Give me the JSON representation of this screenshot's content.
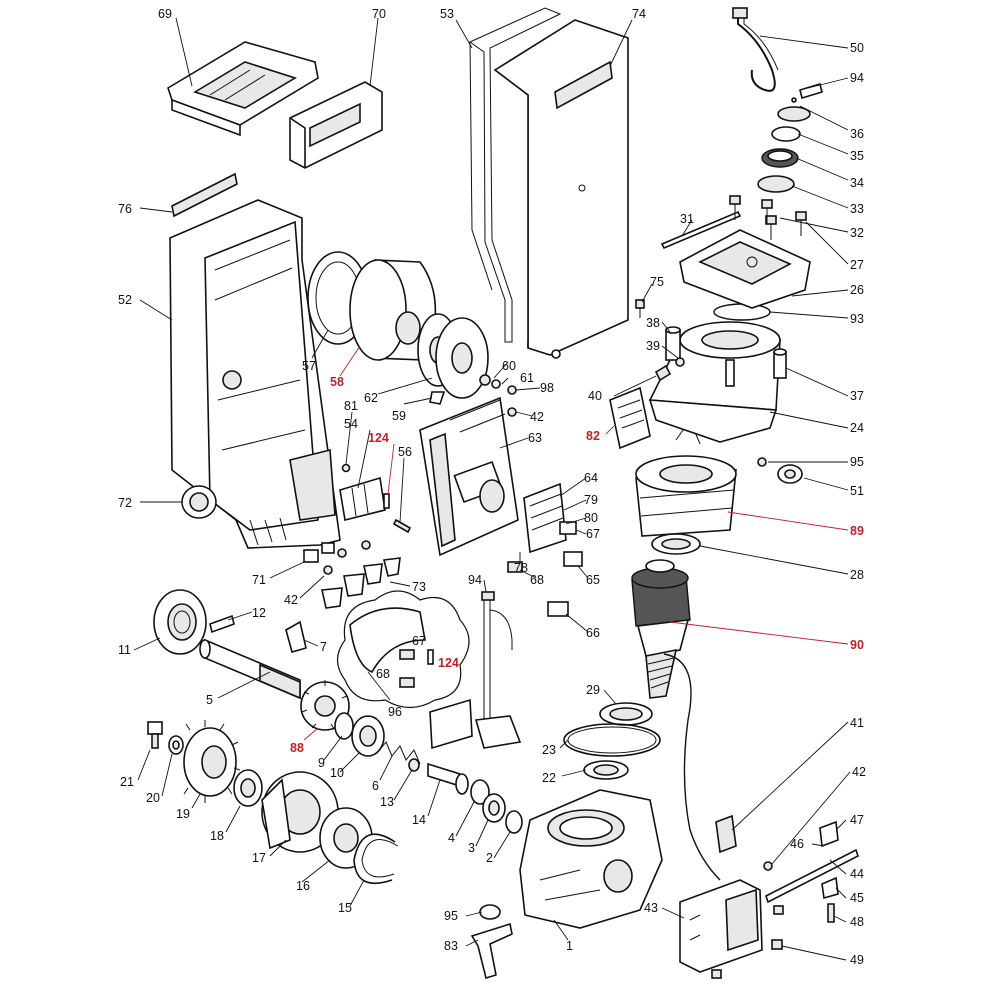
{
  "colors": {
    "ink": "#111111",
    "highlight": "#c0202a",
    "background": "#ffffff"
  },
  "callouts": [
    {
      "id": "69",
      "label": "69",
      "red": false
    },
    {
      "id": "70",
      "label": "70",
      "red": false
    },
    {
      "id": "53",
      "label": "53",
      "red": false
    },
    {
      "id": "74",
      "label": "74",
      "red": false
    },
    {
      "id": "50",
      "label": "50",
      "red": false
    },
    {
      "id": "94a",
      "label": "94",
      "red": false
    },
    {
      "id": "36",
      "label": "36",
      "red": false
    },
    {
      "id": "35",
      "label": "35",
      "red": false
    },
    {
      "id": "34",
      "label": "34",
      "red": false
    },
    {
      "id": "33",
      "label": "33",
      "red": false
    },
    {
      "id": "32",
      "label": "32",
      "red": false
    },
    {
      "id": "27",
      "label": "27",
      "red": false
    },
    {
      "id": "31",
      "label": "31",
      "red": false
    },
    {
      "id": "26",
      "label": "26",
      "red": false
    },
    {
      "id": "75",
      "label": "75",
      "red": false
    },
    {
      "id": "93",
      "label": "93",
      "red": false
    },
    {
      "id": "38",
      "label": "38",
      "red": false
    },
    {
      "id": "39",
      "label": "39",
      "red": false
    },
    {
      "id": "37",
      "label": "37",
      "red": false
    },
    {
      "id": "40",
      "label": "40",
      "red": false
    },
    {
      "id": "24",
      "label": "24",
      "red": false
    },
    {
      "id": "82",
      "label": "82",
      "red": true
    },
    {
      "id": "95a",
      "label": "95",
      "red": false
    },
    {
      "id": "51",
      "label": "51",
      "red": false
    },
    {
      "id": "89",
      "label": "89",
      "red": true
    },
    {
      "id": "28",
      "label": "28",
      "red": false
    },
    {
      "id": "90",
      "label": "90",
      "red": true
    },
    {
      "id": "76",
      "label": "76",
      "red": false
    },
    {
      "id": "52",
      "label": "52",
      "red": false
    },
    {
      "id": "57",
      "label": "57",
      "red": false
    },
    {
      "id": "58",
      "label": "58",
      "red": true
    },
    {
      "id": "62",
      "label": "62",
      "red": false
    },
    {
      "id": "59",
      "label": "59",
      "red": false
    },
    {
      "id": "60",
      "label": "60",
      "red": false
    },
    {
      "id": "61",
      "label": "61",
      "red": false
    },
    {
      "id": "98",
      "label": "98",
      "red": false
    },
    {
      "id": "42a",
      "label": "42",
      "red": false
    },
    {
      "id": "81",
      "label": "81",
      "red": false
    },
    {
      "id": "54",
      "label": "54",
      "red": false
    },
    {
      "id": "124a",
      "label": "124",
      "red": true
    },
    {
      "id": "56",
      "label": "56",
      "red": false
    },
    {
      "id": "63",
      "label": "63",
      "red": false
    },
    {
      "id": "64",
      "label": "64",
      "red": false
    },
    {
      "id": "79",
      "label": "79",
      "red": false
    },
    {
      "id": "80",
      "label": "80",
      "red": false
    },
    {
      "id": "67a",
      "label": "67",
      "red": false
    },
    {
      "id": "78",
      "label": "78",
      "red": false
    },
    {
      "id": "68a",
      "label": "68",
      "red": false
    },
    {
      "id": "65",
      "label": "65",
      "red": false
    },
    {
      "id": "72",
      "label": "72",
      "red": false
    },
    {
      "id": "71",
      "label": "71",
      "red": false
    },
    {
      "id": "42b",
      "label": "42",
      "red": false
    },
    {
      "id": "73",
      "label": "73",
      "red": false
    },
    {
      "id": "94b",
      "label": "94",
      "red": false
    },
    {
      "id": "66",
      "label": "66",
      "red": false
    },
    {
      "id": "11",
      "label": "11",
      "red": false
    },
    {
      "id": "12",
      "label": "12",
      "red": false
    },
    {
      "id": "7",
      "label": "7",
      "red": false
    },
    {
      "id": "67b",
      "label": "67",
      "red": false
    },
    {
      "id": "124b",
      "label": "124",
      "red": true
    },
    {
      "id": "68b",
      "label": "68",
      "red": false
    },
    {
      "id": "5",
      "label": "5",
      "red": false
    },
    {
      "id": "96",
      "label": "96",
      "red": false
    },
    {
      "id": "88",
      "label": "88",
      "red": true
    },
    {
      "id": "9",
      "label": "9",
      "red": false
    },
    {
      "id": "10",
      "label": "10",
      "red": false
    },
    {
      "id": "29",
      "label": "29",
      "red": false
    },
    {
      "id": "23",
      "label": "23",
      "red": false
    },
    {
      "id": "22",
      "label": "22",
      "red": false
    },
    {
      "id": "41",
      "label": "41",
      "red": false
    },
    {
      "id": "21",
      "label": "21",
      "red": false
    },
    {
      "id": "20",
      "label": "20",
      "red": false
    },
    {
      "id": "19",
      "label": "19",
      "red": false
    },
    {
      "id": "18",
      "label": "18",
      "red": false
    },
    {
      "id": "6",
      "label": "6",
      "red": false
    },
    {
      "id": "13",
      "label": "13",
      "red": false
    },
    {
      "id": "14",
      "label": "14",
      "red": false
    },
    {
      "id": "4",
      "label": "4",
      "red": false
    },
    {
      "id": "3",
      "label": "3",
      "red": false
    },
    {
      "id": "2",
      "label": "2",
      "red": false
    },
    {
      "id": "42c",
      "label": "42",
      "red": false
    },
    {
      "id": "47",
      "label": "47",
      "red": false
    },
    {
      "id": "46",
      "label": "46",
      "red": false
    },
    {
      "id": "44",
      "label": "44",
      "red": false
    },
    {
      "id": "45",
      "label": "45",
      "red": false
    },
    {
      "id": "17",
      "label": "17",
      "red": false
    },
    {
      "id": "16",
      "label": "16",
      "red": false
    },
    {
      "id": "15",
      "label": "15",
      "red": false
    },
    {
      "id": "43",
      "label": "43",
      "red": false
    },
    {
      "id": "48",
      "label": "48",
      "red": false
    },
    {
      "id": "1",
      "label": "1",
      "red": false
    },
    {
      "id": "95b",
      "label": "95",
      "red": false
    },
    {
      "id": "83",
      "label": "83",
      "red": false
    },
    {
      "id": "49",
      "label": "49",
      "red": false
    }
  ]
}
